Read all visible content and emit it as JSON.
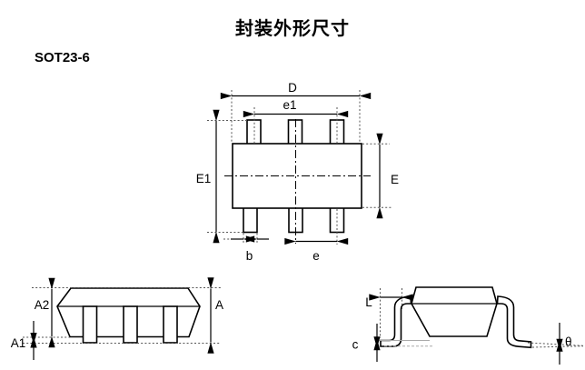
{
  "page": {
    "title": "封装外形尺寸",
    "package_label": "SOT23-6"
  },
  "top_view": {
    "labels": {
      "D": "D",
      "e1": "e1",
      "E1": "E1",
      "E": "E",
      "b": "b",
      "e": "e"
    }
  },
  "front_view": {
    "labels": {
      "A2": "A2",
      "A": "A",
      "A1": "A1"
    }
  },
  "side_view": {
    "labels": {
      "L": "L",
      "c": "c",
      "theta": "θ"
    }
  },
  "colors": {
    "ink": "#000000",
    "background": "#ffffff"
  }
}
